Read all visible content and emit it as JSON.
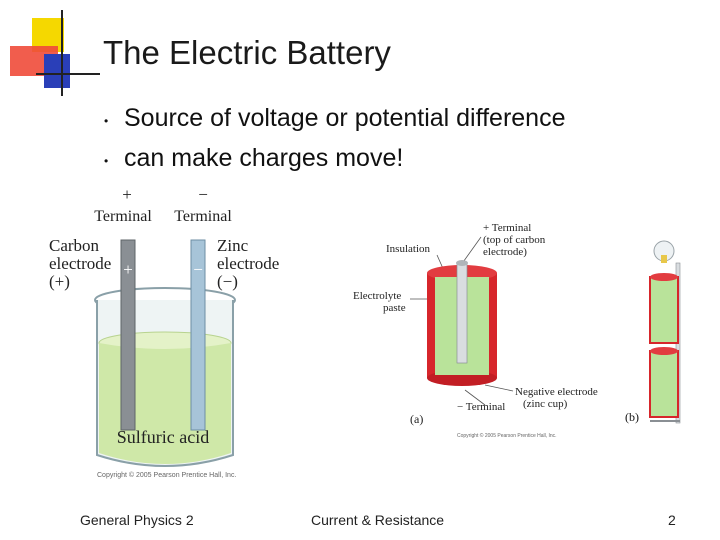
{
  "slide": {
    "title": "The Electric Battery",
    "bullets": [
      "Source of voltage or potential difference",
      "can make charges move!"
    ]
  },
  "figure_wet_cell": {
    "plus_terminal": "+\nTerminal",
    "plus_sign": "+",
    "plus_word": "Terminal",
    "minus_sign": "−",
    "minus_word": "Terminal",
    "carbon_label_1": "Carbon",
    "carbon_label_2": "electrode",
    "carbon_label_3": "(+)",
    "zinc_label_1": "Zinc",
    "zinc_label_2": "electrode",
    "zinc_label_3": "(−)",
    "electrode_plus": "+",
    "electrode_minus": "−",
    "acid_label": "Sulfuric acid",
    "copyright": "Copyright © 2005 Pearson Prentice Hall, Inc."
  },
  "figure_dry_cell": {
    "terminal_plus_1": "+ Terminal",
    "terminal_plus_2": "(top of carbon",
    "terminal_plus_3": "electrode)",
    "insulation": "Insulation",
    "electrolyte_1": "Electrolyte",
    "electrolyte_2": "paste",
    "negative_1": "Negative electrode",
    "negative_2": "(zinc cup)",
    "terminal_minus": "− Terminal",
    "label_a": "(a)",
    "copyright": "Copyright © 2005 Pearson Prentice Hall, Inc."
  },
  "figure_flashlight": {
    "label_b": "(b)"
  },
  "footer": {
    "left": "General Physics 2",
    "center": "Current & Resistance",
    "page": "2"
  },
  "colors": {
    "deco_yellow": "#f5d800",
    "deco_red": "#e8301a",
    "deco_blue": "#2a3fb8",
    "dry_cell_red": "#d7262b",
    "dry_cell_green": "#b9e39a",
    "acid_green": "#cfe8a8"
  }
}
